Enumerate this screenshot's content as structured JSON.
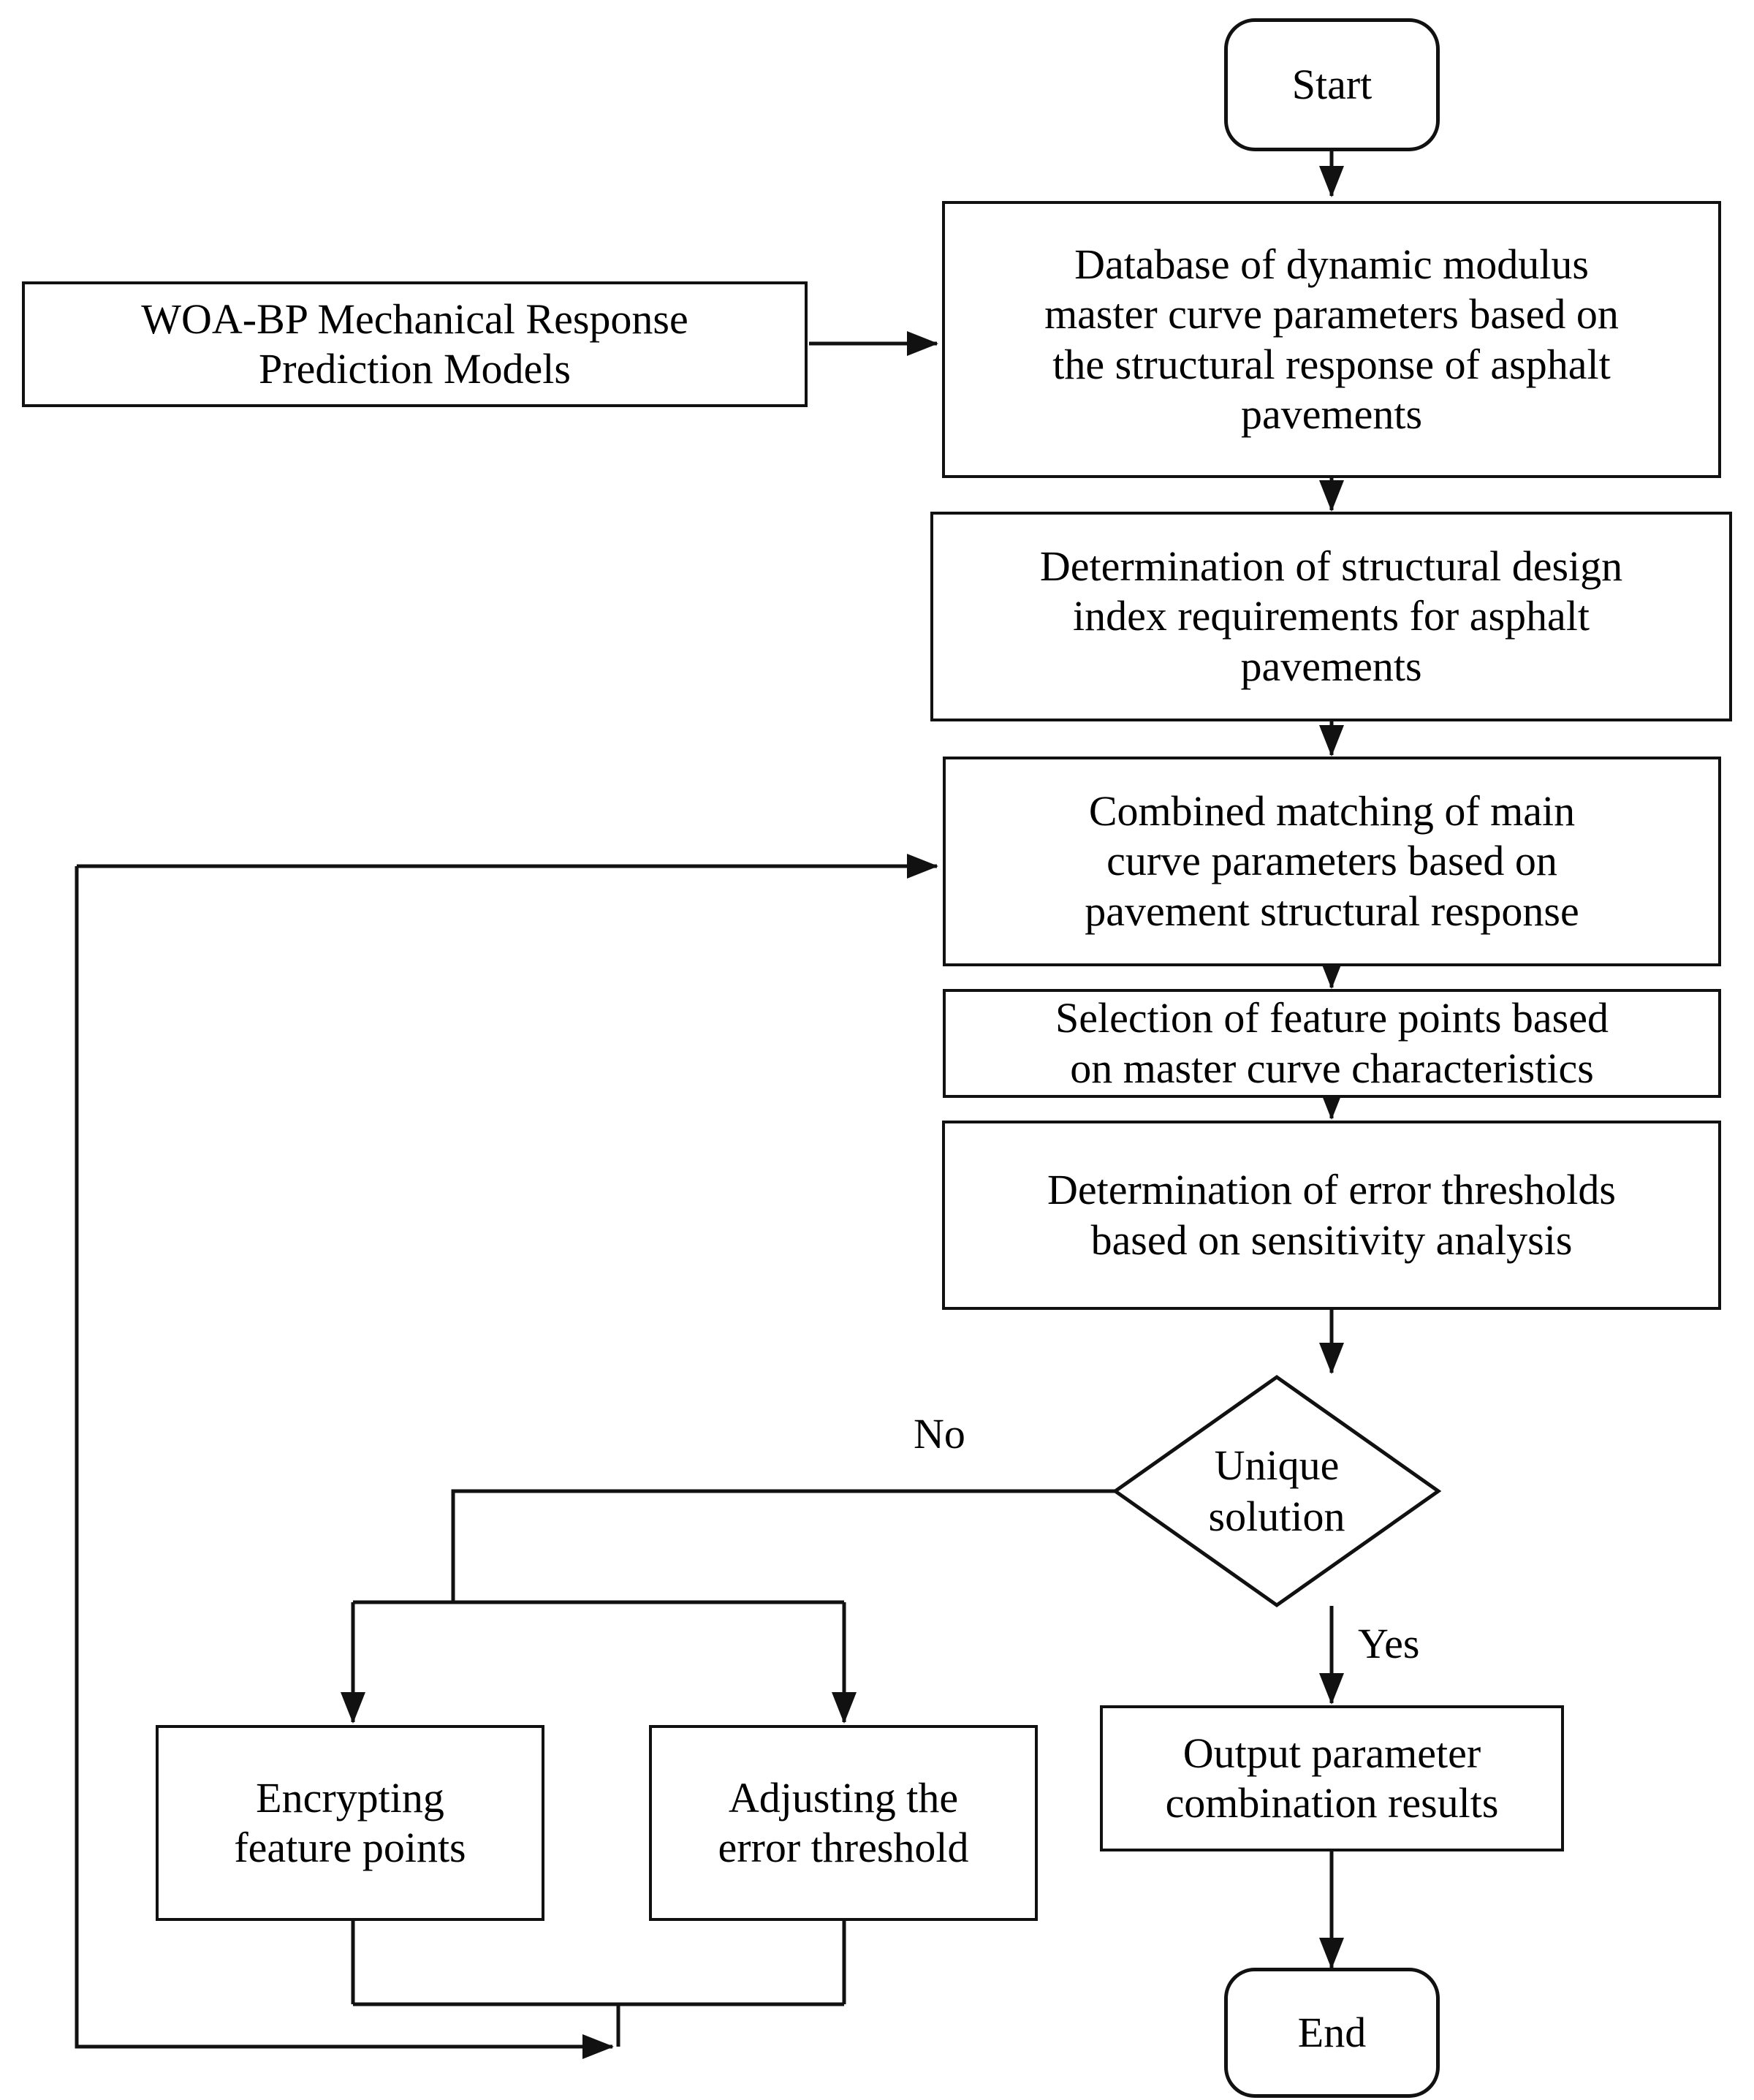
{
  "diagram": {
    "type": "flowchart",
    "title": "",
    "orientation": "top-to-bottom",
    "line_color": "#111111",
    "background_color": "#ffffff",
    "nodes": [
      {
        "id": "start",
        "shape": "terminator",
        "label": "Start"
      },
      {
        "id": "woa_bp",
        "shape": "process",
        "label": "WOA-BP Mechanical Response\nPrediction Models"
      },
      {
        "id": "database",
        "shape": "process",
        "label": "Database of dynamic modulus\nmaster curve parameters based on\nthe structural response of asphalt\npavements"
      },
      {
        "id": "design_index",
        "shape": "process",
        "label": "Determination of structural design\nindex requirements for asphalt\npavements"
      },
      {
        "id": "combined",
        "shape": "process",
        "label": "Combined matching of main\ncurve parameters based on\npavement structural response"
      },
      {
        "id": "feature_sel",
        "shape": "process",
        "label": "Selection of feature points based\non master curve characteristics"
      },
      {
        "id": "err_thresh",
        "shape": "process",
        "label": "Determination of error thresholds\nbased on sensitivity analysis"
      },
      {
        "id": "unique",
        "shape": "decision",
        "label": "Unique\nsolution"
      },
      {
        "id": "encrypt",
        "shape": "process",
        "label": "Encrypting\nfeature points"
      },
      {
        "id": "adjust",
        "shape": "process",
        "label": "Adjusting the\nerror threshold"
      },
      {
        "id": "output",
        "shape": "process",
        "label": "Output parameter\ncombination results"
      },
      {
        "id": "end",
        "shape": "terminator",
        "label": "End"
      }
    ],
    "edge_labels": {
      "no": "No",
      "yes": "Yes"
    },
    "edges": [
      {
        "from": "start",
        "to": "database",
        "label": ""
      },
      {
        "from": "woa_bp",
        "to": "database",
        "label": ""
      },
      {
        "from": "database",
        "to": "design_index",
        "label": ""
      },
      {
        "from": "design_index",
        "to": "combined",
        "label": ""
      },
      {
        "from": "combined",
        "to": "feature_sel",
        "label": ""
      },
      {
        "from": "feature_sel",
        "to": "err_thresh",
        "label": ""
      },
      {
        "from": "err_thresh",
        "to": "unique",
        "label": ""
      },
      {
        "from": "unique",
        "to": "encrypt",
        "label": "No"
      },
      {
        "from": "unique",
        "to": "adjust",
        "label": "No"
      },
      {
        "from": "unique",
        "to": "output",
        "label": "Yes"
      },
      {
        "from": "encrypt",
        "to": "combined",
        "label": ""
      },
      {
        "from": "adjust",
        "to": "combined",
        "label": ""
      },
      {
        "from": "output",
        "to": "end",
        "label": ""
      }
    ]
  }
}
